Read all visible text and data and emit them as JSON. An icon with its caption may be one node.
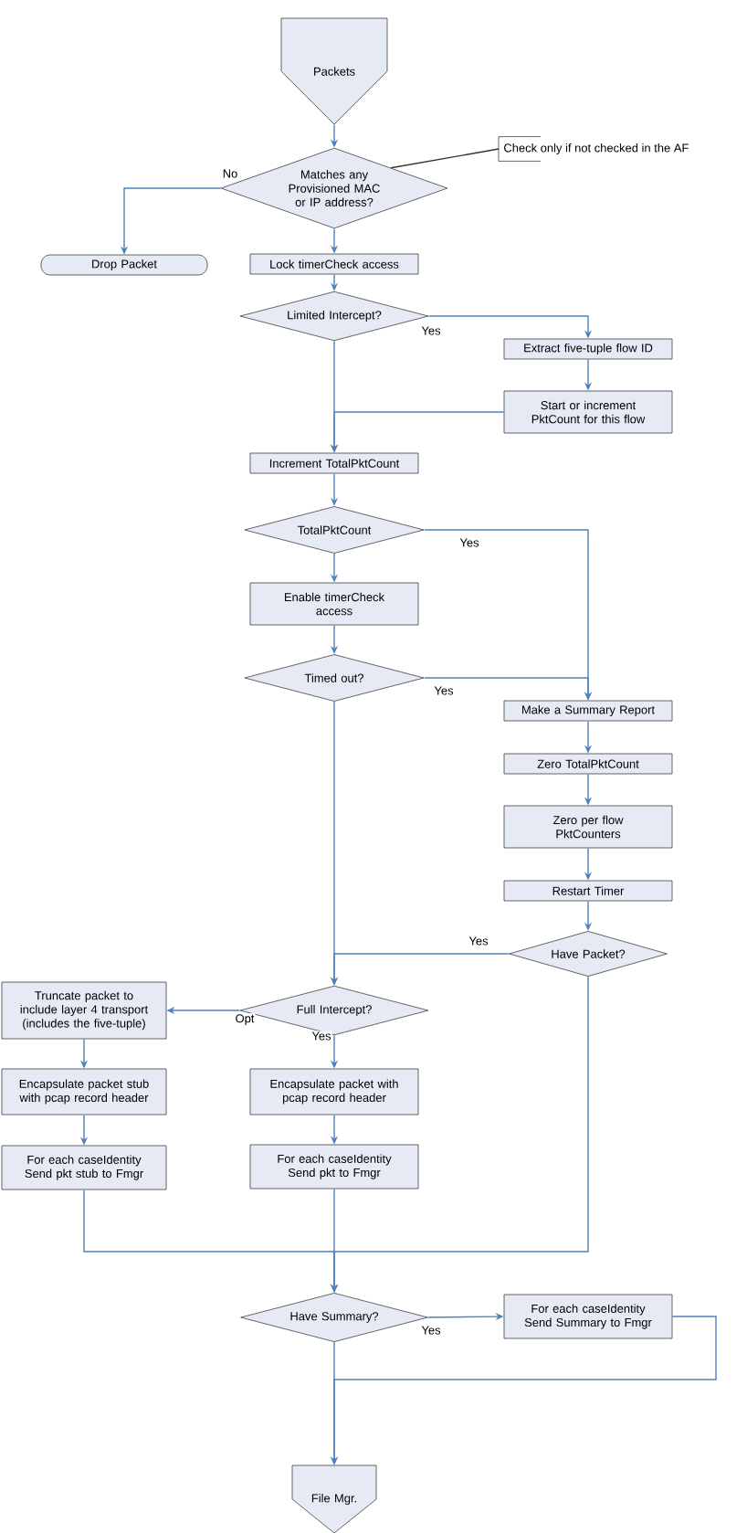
{
  "diagram": {
    "nodes": [
      {
        "text": [
          "Packets"
        ]
      },
      {
        "text": [
          "Matches any Provisioned MAC or IP address?"
        ]
      },
      {
        "text": [
          "Check only if not checked in the AF"
        ]
      },
      {
        "text": [
          "Drop Packet"
        ]
      },
      {
        "text": [
          "Lock timerCheck access"
        ]
      },
      {
        "text": [
          "Limited Intercept?"
        ]
      },
      {
        "text": [
          "Extract five-tuple flow ID"
        ]
      },
      {
        "text": [
          "Start or increment PktCount for this flow"
        ]
      },
      {
        "text": [
          "Increment TotalPktCount"
        ]
      },
      {
        "text": [
          "TotalPktCount"
        ]
      },
      {
        "text": [
          "Enable timerCheck access"
        ]
      },
      {
        "text": [
          "Timed out?"
        ]
      },
      {
        "text": [
          "Make a Summary Report"
        ]
      },
      {
        "text": [
          "Zero TotalPktCount"
        ]
      },
      {
        "text": [
          "Zero per flow PktCounters"
        ]
      },
      {
        "text": [
          "Restart Timer"
        ]
      },
      {
        "text": [
          "Have Packet?"
        ]
      },
      {
        "text": [
          "Full Intercept?"
        ]
      },
      {
        "text": [
          "Truncate packet to include layer 4 transport (includes the five-tuple)"
        ]
      },
      {
        "text": [
          "Encapsulate packet stub with pcap record header"
        ]
      },
      {
        "text": [
          "Encapsulate packet with pcap record header"
        ]
      },
      {
        "text": [
          "For each caseIdentity Send pkt stub to Fmgr"
        ]
      },
      {
        "text": [
          "For each caseIdentity Send pkt to Fmgr"
        ]
      },
      {
        "text": [
          "Have Summary?"
        ]
      },
      {
        "text": [
          "For each caseIdentity Send Summary to Fmgr"
        ]
      },
      {
        "text": [
          "File Mgr."
        ]
      }
    ],
    "edges": [
      {
        "from": 0,
        "to": 1,
        "arrow": "to"
      },
      {
        "from": 1,
        "to": 3,
        "arrow": "to",
        "label": "No"
      },
      {
        "from": 2,
        "to": 1,
        "arrow": "none",
        "color": "#333333"
      },
      {
        "from": 1,
        "to": 4,
        "arrow": "to"
      },
      {
        "from": 4,
        "to": 5,
        "arrow": "to"
      },
      {
        "from": 5,
        "to": 6,
        "arrow": "to",
        "label": "Yes"
      },
      {
        "from": 6,
        "to": 7,
        "arrow": "to"
      },
      {
        "from": 7,
        "to": 8,
        "arrow": "to"
      },
      {
        "from": 5,
        "to": 8,
        "arrow": "to"
      },
      {
        "from": 8,
        "to": 9,
        "arrow": "to"
      },
      {
        "from": 9,
        "to": 12,
        "arrow": "to",
        "label": "Yes"
      },
      {
        "from": 9,
        "to": 10,
        "arrow": "to"
      },
      {
        "from": 10,
        "to": 11,
        "arrow": "to"
      },
      {
        "from": 11,
        "to": 12,
        "arrow": "to",
        "label": "Yes"
      },
      {
        "from": 12,
        "to": 13,
        "arrow": "to"
      },
      {
        "from": 13,
        "to": 14,
        "arrow": "to"
      },
      {
        "from": 14,
        "to": 15,
        "arrow": "to"
      },
      {
        "from": 15,
        "to": 16,
        "arrow": "to"
      },
      {
        "from": 16,
        "to": 17,
        "arrow": "to",
        "label": "Yes"
      },
      {
        "from": 11,
        "to": 17,
        "arrow": "to"
      },
      {
        "from": 16,
        "to": 23,
        "arrow": "to"
      },
      {
        "from": 17,
        "to": 18,
        "arrow": "to",
        "label": "Opt"
      },
      {
        "from": 17,
        "to": 20,
        "arrow": "to",
        "label": "Yes"
      },
      {
        "from": 18,
        "to": 19,
        "arrow": "to"
      },
      {
        "from": 19,
        "to": 21,
        "arrow": "to"
      },
      {
        "from": 20,
        "to": 22,
        "arrow": "to"
      },
      {
        "from": 21,
        "to": 23,
        "arrow": "to"
      },
      {
        "from": 22,
        "to": 23,
        "arrow": "to"
      },
      {
        "from": 23,
        "to": 24,
        "arrow": "to",
        "label": "Yes"
      },
      {
        "from": 24,
        "to": 25,
        "arrow": "to"
      },
      {
        "from": 23,
        "to": 25,
        "arrow": "to"
      }
    ]
  }
}
